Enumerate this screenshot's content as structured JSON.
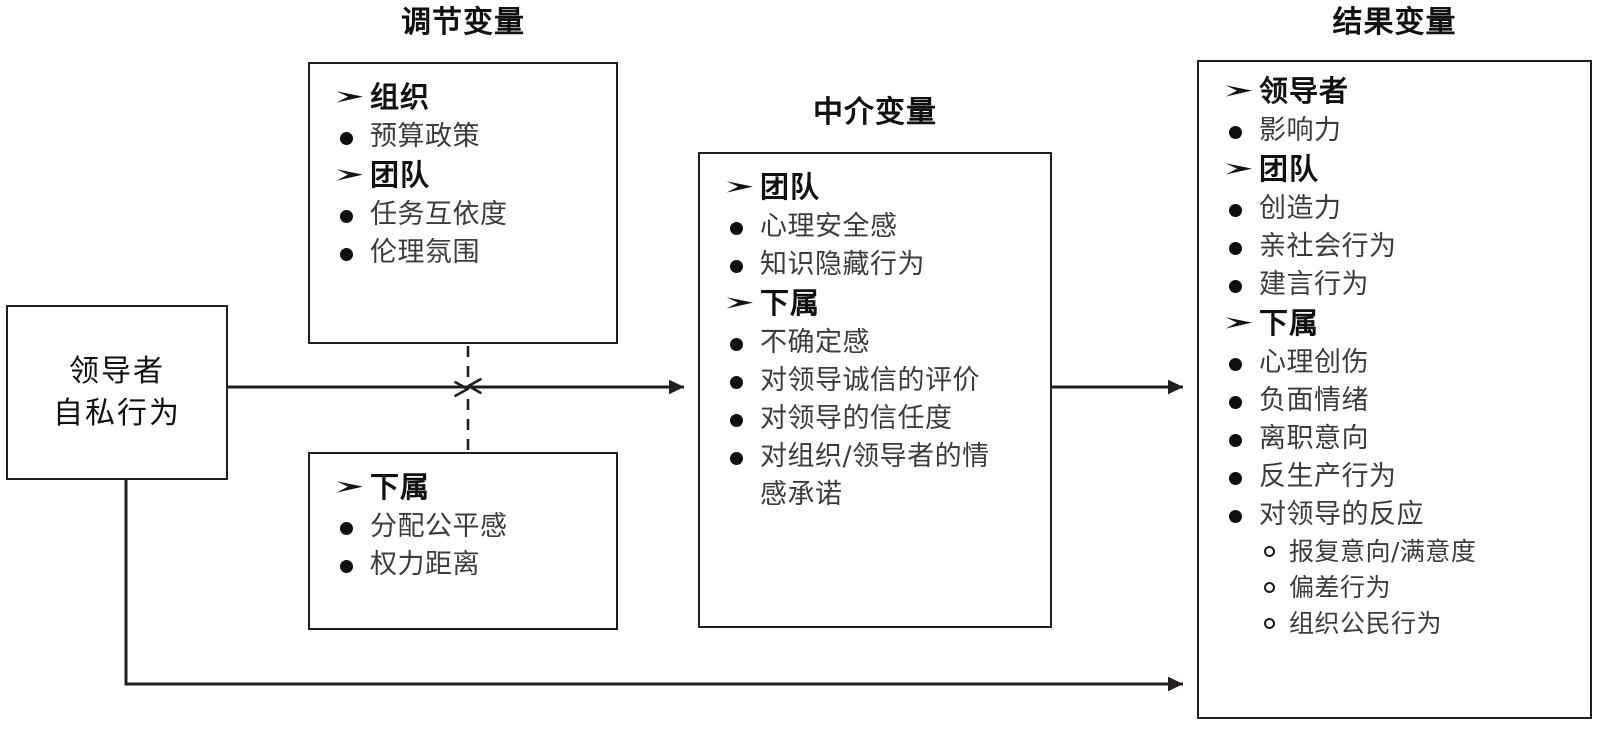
{
  "diagram": {
    "title_moderator": "调节变量",
    "title_mediator": "中介变量",
    "title_outcome": "结果变量"
  },
  "source_node": {
    "name": "leader-selfish-behavior",
    "line1": "领导者",
    "line2": "自私行为"
  },
  "moderator_top": {
    "groups": [
      {
        "label": "组织",
        "items": [
          "预算政策"
        ]
      },
      {
        "label": "团队",
        "items": [
          "任务互依度",
          "伦理氛围"
        ]
      }
    ]
  },
  "moderator_bottom": {
    "groups": [
      {
        "label": "下属",
        "items": [
          "分配公平感",
          "权力距离"
        ]
      }
    ]
  },
  "mediator": {
    "groups": [
      {
        "label": "团队",
        "items": [
          "心理安全感",
          "知识隐藏行为"
        ]
      },
      {
        "label": "下属",
        "items": [
          "不确定感",
          "对领导诚信的评价",
          "对领导的信任度",
          "对组织/领导者的情感承诺"
        ]
      }
    ]
  },
  "outcome": {
    "groups": [
      {
        "label": "领导者",
        "items": [
          "影响力"
        ]
      },
      {
        "label": "团队",
        "items": [
          "创造力",
          "亲社会行为",
          "建言行为"
        ]
      },
      {
        "label": "下属",
        "items": [
          "心理创伤",
          "负面情绪",
          "离职意向",
          "反生产行为",
          "对领导的反应"
        ],
        "subitems": [
          "报复意向/满意度",
          "偏差行为",
          "组织公民行为"
        ]
      }
    ]
  },
  "connectors": [
    {
      "name": "source-to-mediator-arrow",
      "style": "solid-arrow"
    },
    {
      "name": "mediator-to-outcome-arrow",
      "style": "solid-arrow"
    },
    {
      "name": "source-to-outcome-direct-arrow",
      "style": "solid-arrow"
    },
    {
      "name": "moderator-top-to-path-arrow",
      "style": "dashed-arrow"
    },
    {
      "name": "moderator-bottom-to-path-arrow",
      "style": "dashed-arrow"
    }
  ],
  "colors": {
    "line": "#231f20",
    "heading": "#111111",
    "item": "#3c3c3c",
    "background": "#ffffff"
  }
}
